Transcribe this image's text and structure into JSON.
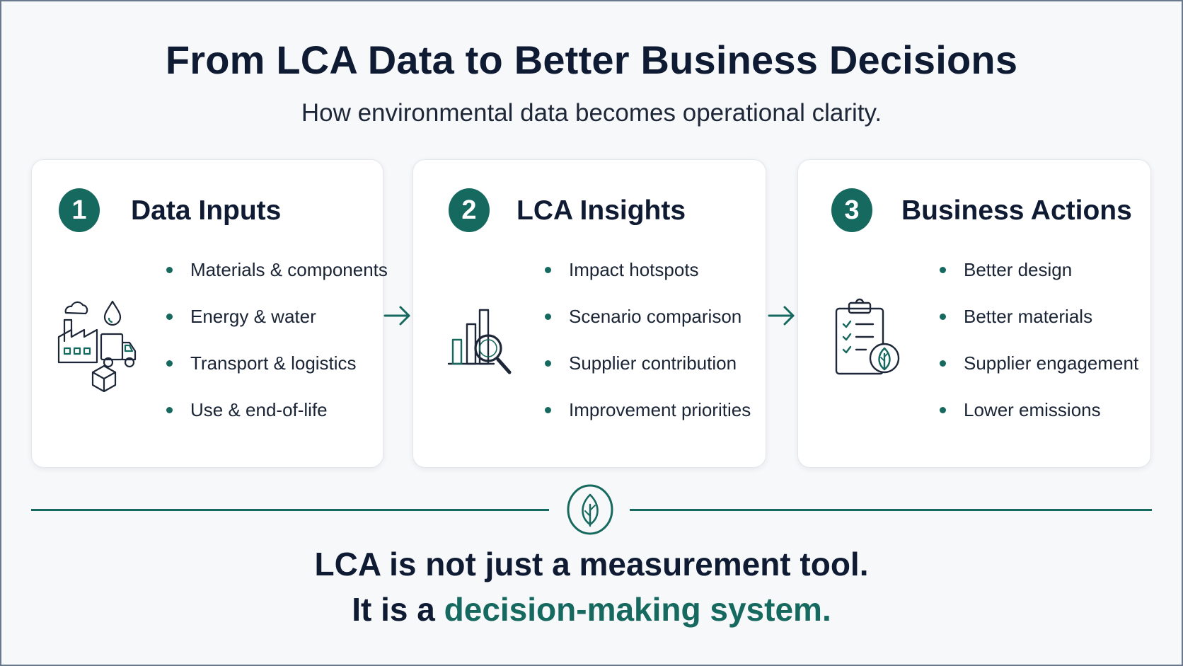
{
  "header": {
    "title": "From LCA Data to Better Business Decisions",
    "subtitle": "How environmental data becomes operational clarity."
  },
  "steps": [
    {
      "number": "1",
      "title": "Data Inputs",
      "icon": "factory-logistics-icon",
      "bullets": [
        "Materials & components",
        "Energy & water",
        "Transport & logistics",
        "Use & end-of-life"
      ]
    },
    {
      "number": "2",
      "title": "LCA Insights",
      "icon": "chart-magnifier-icon",
      "bullets": [
        "Impact hotspots",
        "Scenario comparison",
        "Supplier contribution",
        "Improvement priorities"
      ]
    },
    {
      "number": "3",
      "title": "Business Actions",
      "icon": "clipboard-leaf-icon",
      "bullets": [
        "Better design",
        "Better materials",
        "Supplier engagement",
        "Lower emissions"
      ]
    }
  ],
  "footer": {
    "icon": "leaf-icon",
    "line1": "LCA is not just a measurement tool.",
    "line2_prefix": "It is a",
    "line2_highlight": "decision-making system."
  },
  "colors": {
    "accent": "#16695e",
    "text": "#0f1b33",
    "background": "#f7f8fa",
    "card": "#ffffff"
  }
}
